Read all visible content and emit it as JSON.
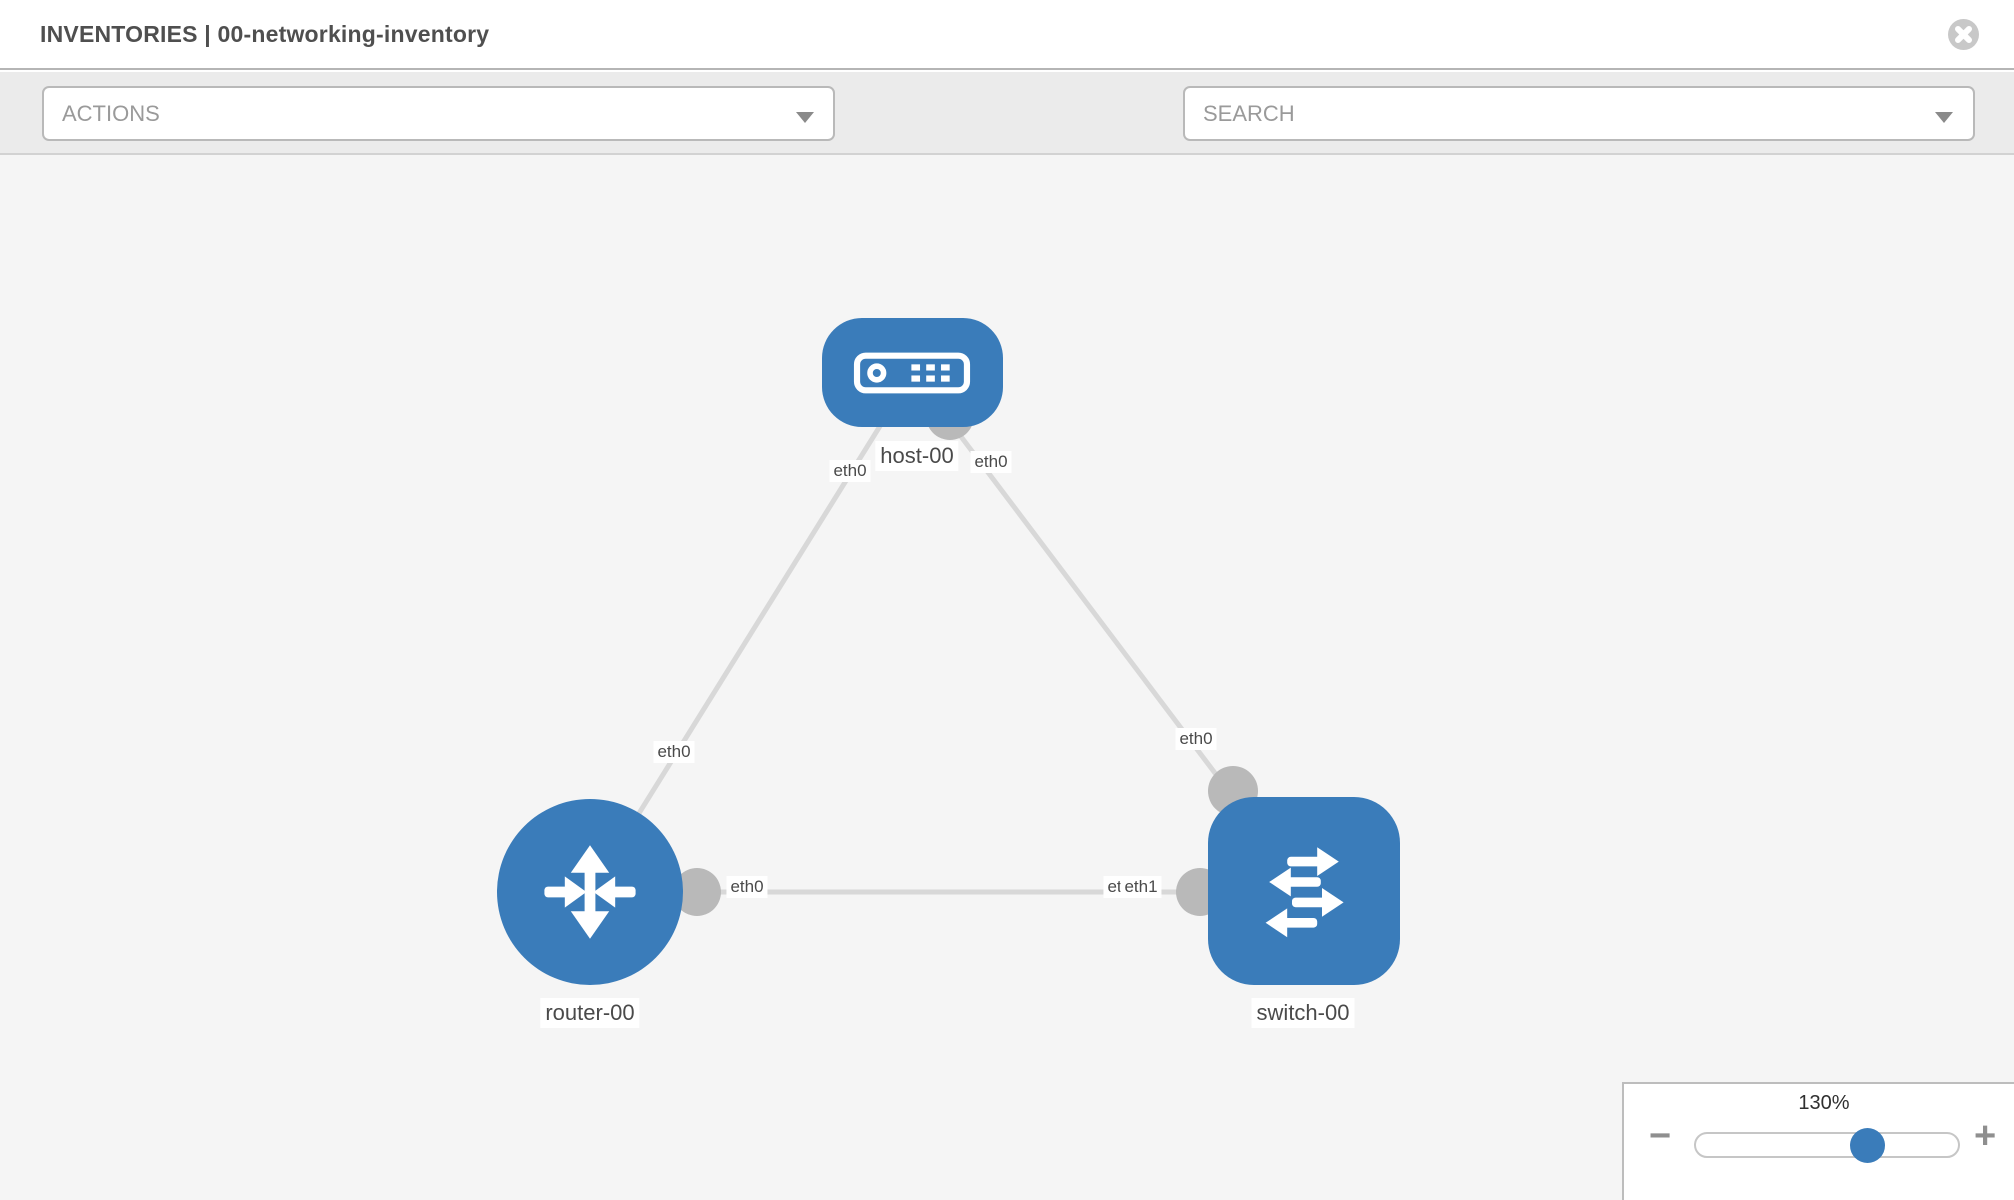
{
  "header": {
    "title": "INVENTORIES | 00-networking-inventory"
  },
  "toolbar": {
    "actions_label": "ACTIONS",
    "search_label": "SEARCH"
  },
  "icons": {
    "wrench": "wrench-icon",
    "key": "key-icon",
    "close": "close-circle-icon",
    "caret": "chevron-down-icon",
    "host": "host-server-icon",
    "router": "router-arrows-icon",
    "switch": "switch-arrows-icon"
  },
  "topology": {
    "nodes": [
      {
        "label": "host-00",
        "type": "host"
      },
      {
        "label": "router-00",
        "type": "router"
      },
      {
        "label": "switch-00",
        "type": "switch"
      }
    ],
    "links": [
      {
        "from": "host-00",
        "to": "router-00",
        "from_interface": "eth0",
        "to_interface": "eth0"
      },
      {
        "from": "host-00",
        "to": "switch-00",
        "from_interface": "eth0",
        "to_interface": "eth0"
      },
      {
        "from": "router-00",
        "to": "switch-00",
        "from_interface": "eth0",
        "to_interface": "eth1",
        "to_interface_overlapped": "eth0"
      }
    ]
  },
  "zoom_control": {
    "level": "130%",
    "percent": 130,
    "minus_glyph": "−",
    "plus_glyph": "+"
  },
  "colors": {
    "node_blue": "#3a7cba",
    "link_gray": "#d8d8d8",
    "interface_gray": "#b9b9b9",
    "canvas_gray": "#f5f5f5",
    "toolbar_gray": "#ebebeb",
    "knob_blue": "#3a7cba"
  }
}
